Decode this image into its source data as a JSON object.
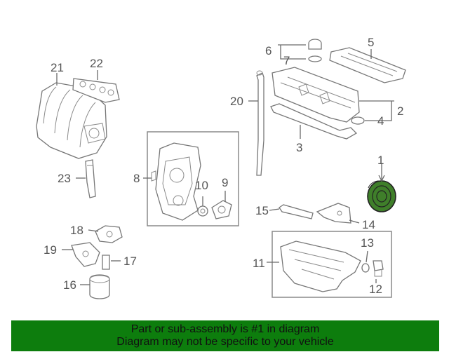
{
  "diagram": {
    "callouts": [
      "1",
      "2",
      "3",
      "4",
      "5",
      "6",
      "7",
      "8",
      "9",
      "10",
      "11",
      "12",
      "13",
      "14",
      "15",
      "16",
      "17",
      "18",
      "19",
      "20",
      "21",
      "22",
      "23"
    ],
    "highlight_color": "#3f7f2a"
  },
  "banner": {
    "line1": "Part or sub-assembly is #1 in diagram",
    "line2": "Diagram may not be specific to your vehicle",
    "background": "#0d7d0d"
  }
}
